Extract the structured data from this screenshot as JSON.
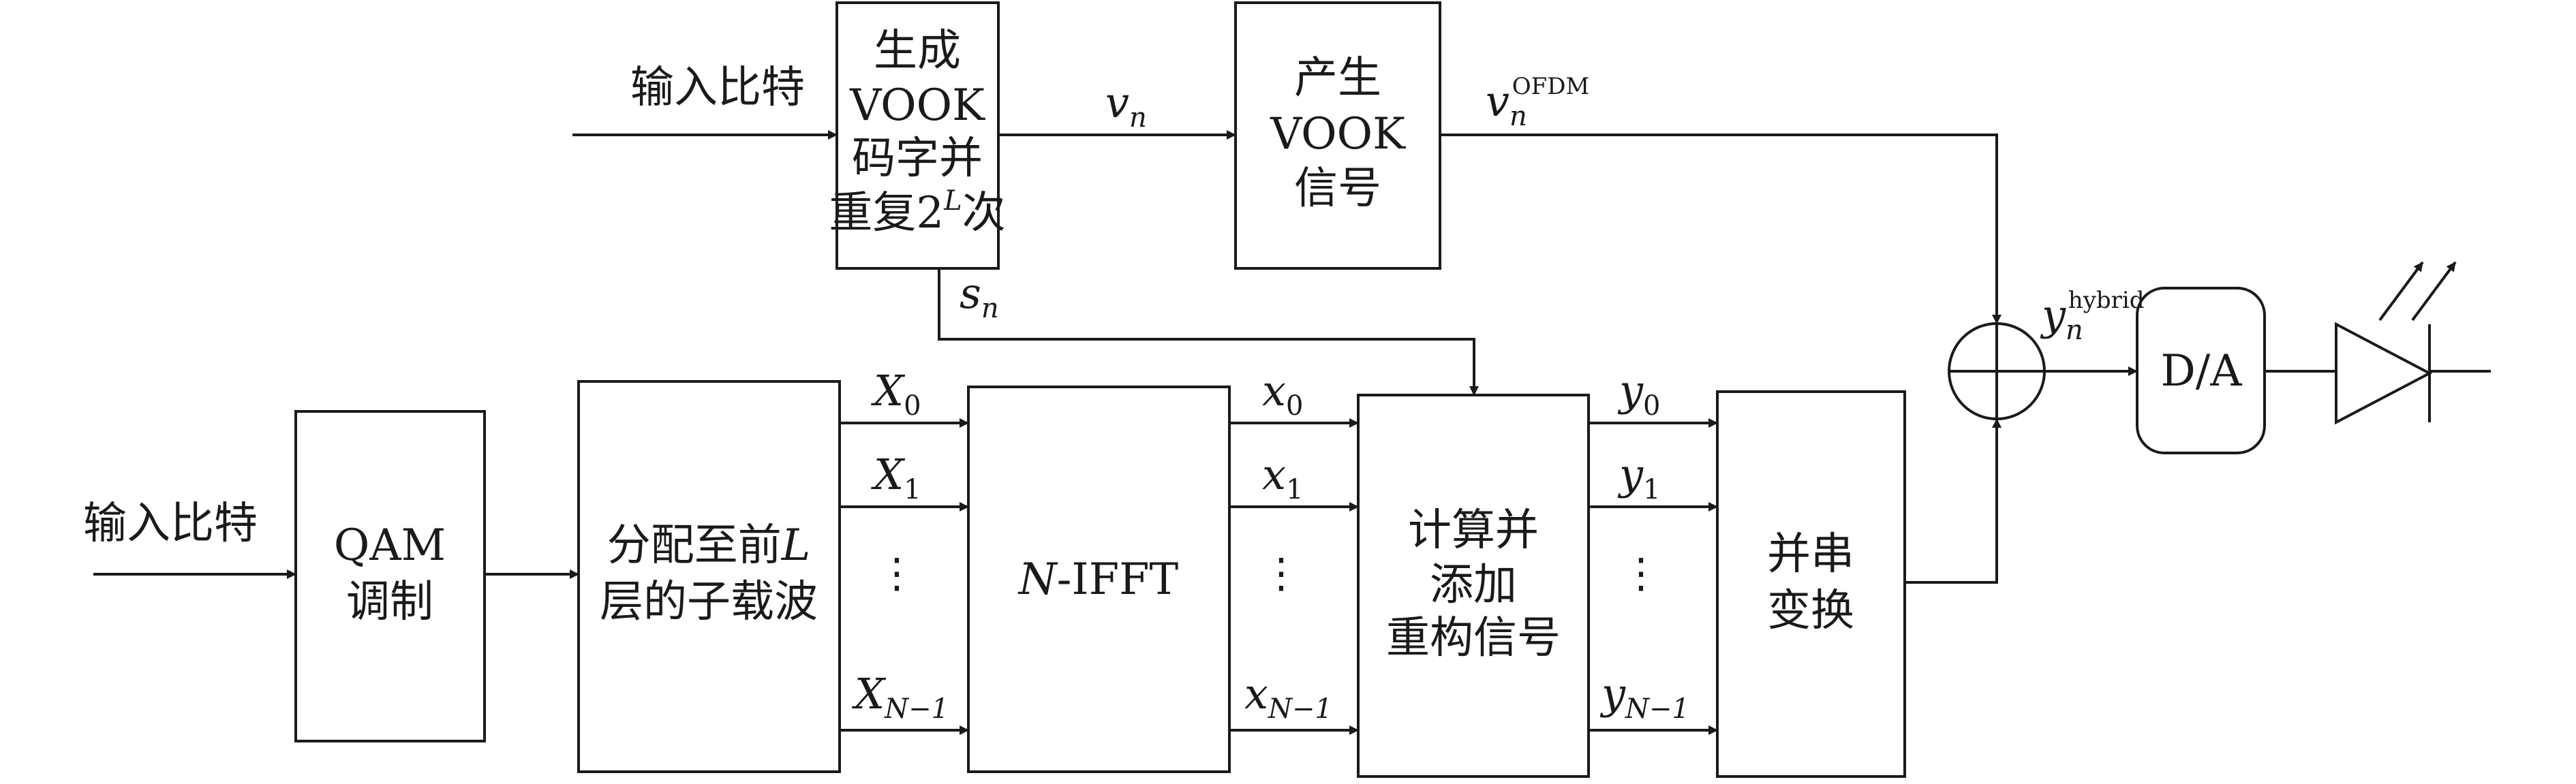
{
  "inputs": {
    "top": "输入比特",
    "bottom": "输入比特"
  },
  "blocks": {
    "gen_vook": [
      "生成",
      "VOOK",
      "码字并",
      "重复2",
      "L",
      "次"
    ],
    "produce_vook": [
      "产生",
      "VOOK",
      "信号"
    ],
    "qam": [
      "QAM",
      "调制"
    ],
    "alloc": [
      "分配至前",
      "L",
      "层的子载波"
    ],
    "ifft": [
      "N",
      "-IFFT"
    ],
    "compute": [
      "计算并",
      "添加",
      "重构信号"
    ],
    "ps": [
      "并串",
      "变换"
    ],
    "da": "D/A"
  },
  "signals": {
    "vn": {
      "base": "v",
      "sub": "n"
    },
    "vn_ofdm": {
      "base": "v",
      "sub": "n",
      "sup": "OFDM"
    },
    "sn": {
      "base": "s",
      "sub": "n"
    },
    "yn_hybrid": {
      "base": "y",
      "sub": "n",
      "sup": "hybrid"
    },
    "X": [
      {
        "base": "X",
        "sub": "0"
      },
      {
        "base": "X",
        "sub": "1"
      },
      {
        "base": "X",
        "sub": "N−1"
      }
    ],
    "x": [
      {
        "base": "x",
        "sub": "0"
      },
      {
        "base": "x",
        "sub": "1"
      },
      {
        "base": "x",
        "sub": "N−1"
      }
    ],
    "y": [
      {
        "base": "y",
        "sub": "0"
      },
      {
        "base": "y",
        "sub": "1"
      },
      {
        "base": "y",
        "sub": "N−1"
      }
    ],
    "ellipsis": "⋮"
  },
  "colors": {
    "stroke": "#1a1a1a",
    "background": "#ffffff"
  }
}
